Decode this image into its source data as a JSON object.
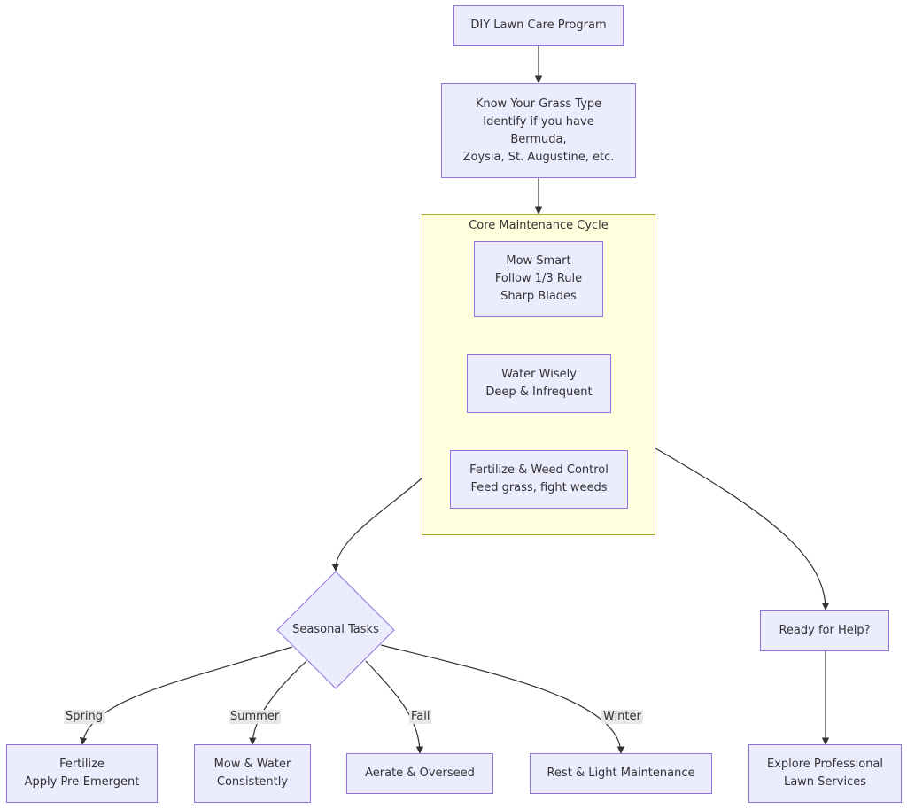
{
  "diagram": {
    "start": {
      "lines": [
        "DIY Lawn Care Program"
      ]
    },
    "grass": {
      "lines": [
        "Know Your Grass Type",
        "Identify if you have",
        "Bermuda,",
        "Zoysia, St. Augustine, etc."
      ]
    },
    "cluster": {
      "title": "Core Maintenance Cycle",
      "mow": {
        "lines": [
          "Mow Smart",
          "Follow 1/3 Rule",
          "Sharp Blades"
        ]
      },
      "water": {
        "lines": [
          "Water Wisely",
          "Deep & Infrequent"
        ]
      },
      "fert": {
        "lines": [
          "Fertilize & Weed Control",
          "Feed grass, fight weeds"
        ]
      }
    },
    "seasonal": {
      "label": "Seasonal Tasks"
    },
    "help": {
      "lines": [
        "Ready for Help?"
      ]
    },
    "spring": {
      "edge_label": "Spring",
      "lines": [
        "Fertilize",
        "Apply Pre-Emergent"
      ]
    },
    "summer": {
      "edge_label": "Summer",
      "lines": [
        "Mow & Water",
        "Consistently"
      ]
    },
    "fall": {
      "edge_label": "Fall",
      "lines": [
        "Aerate & Overseed"
      ]
    },
    "winter": {
      "edge_label": "Winter",
      "lines": [
        "Rest & Light Maintenance"
      ]
    },
    "pro": {
      "lines": [
        "Explore Professional",
        "Lawn Services"
      ]
    }
  },
  "colors": {
    "node_fill": "#ECECFF",
    "node_stroke": "#9370DB",
    "cluster_fill": "#ffffde",
    "cluster_stroke": "#aaaa33",
    "edge": "#333333",
    "edge_label_bg": "#e8e8e8"
  }
}
